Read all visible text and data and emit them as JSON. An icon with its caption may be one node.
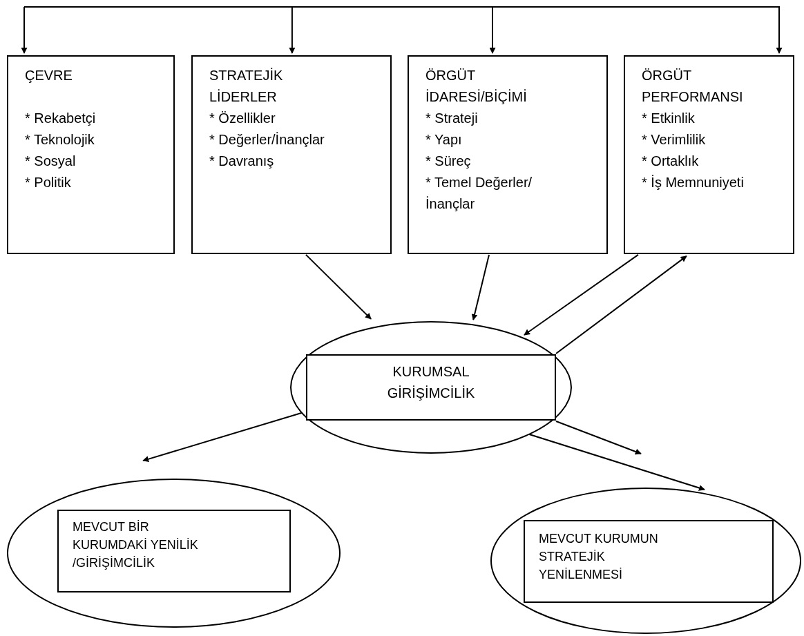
{
  "diagram": {
    "nodes": [
      {
        "text": [
          "ÇEVRE",
          "* Rekabetçi",
          "* Teknolojik",
          "* Sosyal",
          "* Politik"
        ]
      },
      {
        "text": [
          "STRATEJİK LİDERLER",
          "* Özellikler",
          "* Değerler/İnançlar",
          "* Davranış"
        ]
      },
      {
        "text": [
          "ÖRGÜT İDARESİ/BİÇİMİ",
          "* Strateji",
          "* Yapı",
          "* Süreç",
          "* Temel Değerler/İnançlar"
        ]
      },
      {
        "text": [
          "ÖRGÜT PERFORMANSI",
          "* Etkinlik",
          "* Verimlilik",
          "* Ortaklık",
          "* İş Memnuniyeti"
        ]
      },
      {
        "text": [],
        "shape": "ellipse"
      },
      {
        "text": [
          "KURUMSAL GİRİŞİMCİLİK"
        ],
        "in": 4
      },
      {
        "text": [],
        "shape": "ellipse"
      },
      {
        "text": [
          "MEVCUT BİR KURUMDAKİ YENİLİK /GİRİŞİMCİLİK"
        ],
        "in": 6
      },
      {
        "text": [],
        "shape": "ellipse"
      },
      {
        "text": [
          "MEVCUT KURUMUN STRATEJİK YENİLENMESİ"
        ],
        "in": 8
      }
    ],
    "edges": [
      {
        "from": null,
        "to": 0,
        "arrow": "to"
      },
      {
        "from": null,
        "to": 1,
        "arrow": "to"
      },
      {
        "from": null,
        "to": 2,
        "arrow": "to"
      },
      {
        "from": null,
        "to": 3,
        "arrow": "to"
      },
      {
        "from": 1,
        "to": 4,
        "arrow": "to"
      },
      {
        "from": 2,
        "to": 4,
        "arrow": "to"
      },
      {
        "from": 3,
        "to": 4,
        "arrow": "to"
      },
      {
        "from": 5,
        "to": 3,
        "arrow": "to"
      },
      {
        "from": 5,
        "to": 6,
        "arrow": "to"
      },
      {
        "from": 5,
        "to": null,
        "arrow": "to"
      },
      {
        "from": 5,
        "to": 8,
        "arrow": "to"
      }
    ]
  }
}
